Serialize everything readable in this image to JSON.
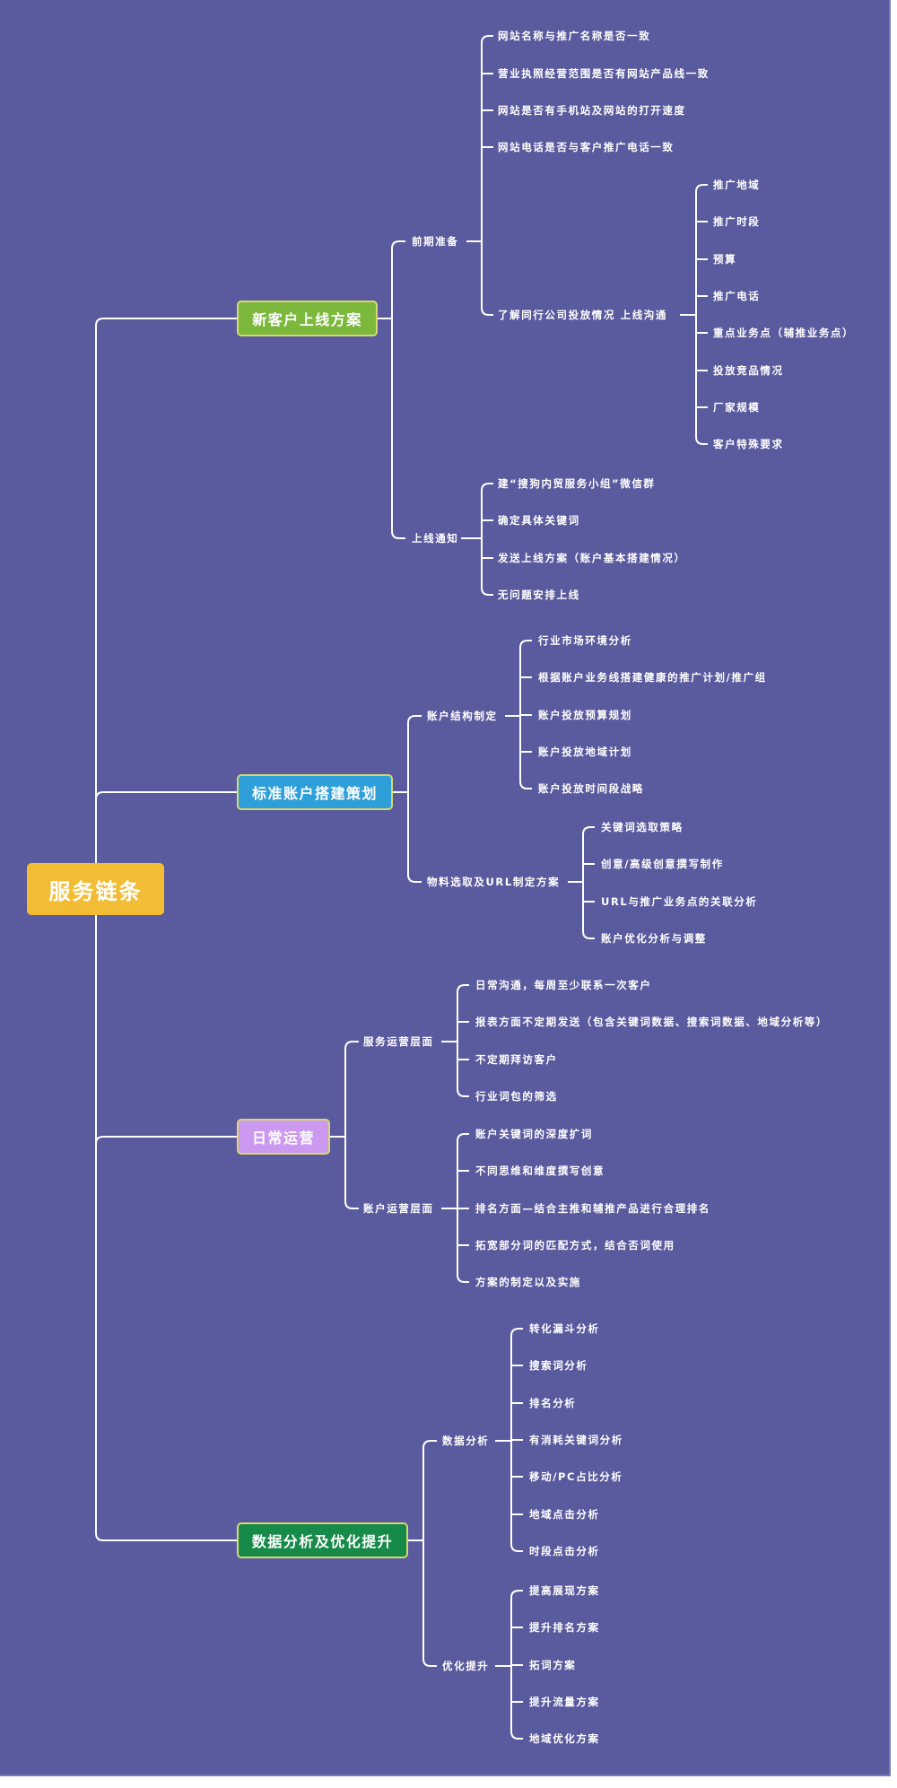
{
  "root": {
    "label": "服务链条",
    "color": "#f2bd35"
  },
  "background_color": "#5a5a9e",
  "branches": [
    {
      "label": "新客户上线方案",
      "color": "#7cb83c",
      "children": [
        {
          "label": "前期准备",
          "children": [
            {
              "label": "网站名称与推广名称是否一致"
            },
            {
              "label": "营业执照经营范围是否有网站产品线一致"
            },
            {
              "label": "网站是否有手机站及网站的打开速度"
            },
            {
              "label": "网站电话是否与客户推广电话一致"
            },
            {
              "label": "了解同行公司投放情况  上线沟通",
              "children": [
                {
                  "label": "推广地域"
                },
                {
                  "label": "推广时段"
                },
                {
                  "label": "预算"
                },
                {
                  "label": "推广电话"
                },
                {
                  "label": "重点业务点（辅推业务点）"
                },
                {
                  "label": "投放竞品情况"
                },
                {
                  "label": "厂家规模"
                },
                {
                  "label": "客户特殊要求"
                }
              ]
            }
          ]
        },
        {
          "label": "上线通知",
          "children": [
            {
              "label": "建“搜狗内贸服务小组”微信群"
            },
            {
              "label": "确定具体关键词"
            },
            {
              "label": "发送上线方案（账户基本搭建情况）"
            },
            {
              "label": "无问题安排上线"
            }
          ]
        }
      ]
    },
    {
      "label": "标准账户搭建策划",
      "color": "#2e9fd8",
      "children": [
        {
          "label": "账户结构制定",
          "children": [
            {
              "label": "行业市场环境分析"
            },
            {
              "label": "根据账户业务线搭建健康的推广计划/推广组"
            },
            {
              "label": "账户投放预算规划"
            },
            {
              "label": "账户投放地域计划"
            },
            {
              "label": "账户投放时间段战略"
            }
          ]
        },
        {
          "label": "物料选取及URL制定方案",
          "children": [
            {
              "label": "关键词选取策略"
            },
            {
              "label": "创意/高级创意撰写制作"
            },
            {
              "label": "URL与推广业务点的关联分析"
            },
            {
              "label": "账户优化分析与调整"
            }
          ]
        }
      ]
    },
    {
      "label": "日常运营",
      "color": "#cc99f0",
      "children": [
        {
          "label": "服务运营层面",
          "children": [
            {
              "label": "日常沟通，每周至少联系一次客户"
            },
            {
              "label": "报表方面不定期发送（包含关键词数据、搜索词数据、地域分析等）"
            },
            {
              "label": "不定期拜访客户"
            },
            {
              "label": "行业词包的筛选"
            }
          ]
        },
        {
          "label": "账户运营层面",
          "children": [
            {
              "label": "账户关键词的深度扩词"
            },
            {
              "label": "不同思维和维度撰写创意"
            },
            {
              "label": "排名方面—结合主推和辅推产品进行合理排名"
            },
            {
              "label": "拓宽部分词的匹配方式，结合否词使用"
            },
            {
              "label": "方案的制定以及实施"
            }
          ]
        }
      ]
    },
    {
      "label": "数据分析及优化提升",
      "color": "#168a48",
      "children": [
        {
          "label": "数据分析",
          "children": [
            {
              "label": "转化漏斗分析"
            },
            {
              "label": "搜索词分析"
            },
            {
              "label": "排名分析"
            },
            {
              "label": "有消耗关键词分析"
            },
            {
              "label": "移动/PC占比分析"
            },
            {
              "label": "地域点击分析"
            },
            {
              "label": "时段点击分析"
            }
          ]
        },
        {
          "label": "优化提升",
          "children": [
            {
              "label": "提高展现方案"
            },
            {
              "label": "提升排名方案"
            },
            {
              "label": "拓词方案"
            },
            {
              "label": "提升流量方案"
            },
            {
              "label": "地域优化方案"
            }
          ]
        }
      ]
    }
  ]
}
